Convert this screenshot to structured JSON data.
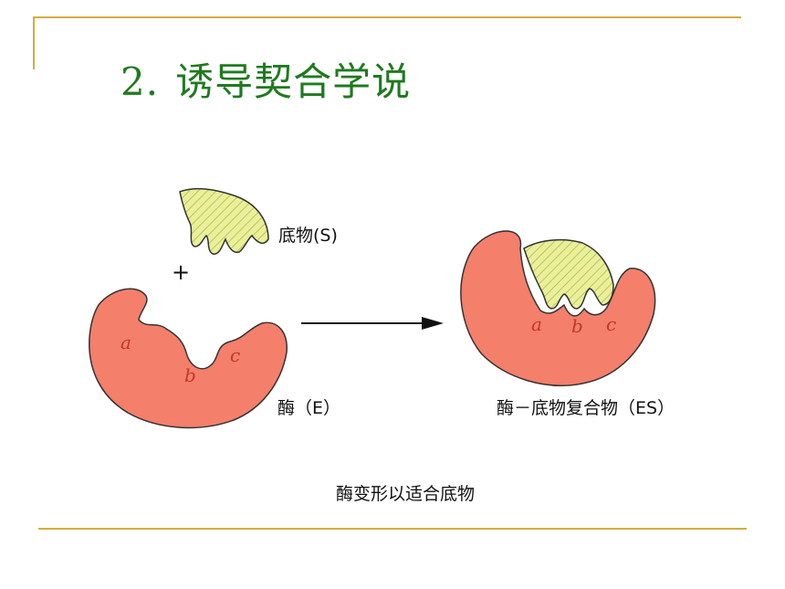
{
  "title": {
    "number": "2.",
    "text": "诱导契合学说"
  },
  "labels": {
    "substrate": "底物(S)",
    "plus": "+",
    "enzyme": "酶（E）",
    "complex": "酶－底物复合物（ES）",
    "caption": "酶变形以适合底物"
  },
  "sites": {
    "left": [
      "a",
      "b",
      "c"
    ],
    "right": [
      "a",
      "b",
      "c"
    ]
  },
  "colors": {
    "enzyme": "#f47f6b",
    "substrate": "#e9ef9a",
    "title": "#1f7a1f",
    "rule": "#d4ad3c",
    "site_label": "#c0392b"
  }
}
